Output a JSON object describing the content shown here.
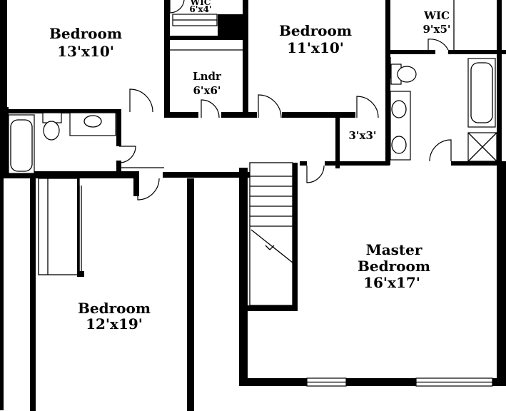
{
  "rooms": {
    "bedroom_nw": {
      "name": "Bedroom",
      "size": "13'x10'"
    },
    "wic_small": {
      "name": "WIC",
      "size": "6'x4'"
    },
    "bedroom_n": {
      "name": "Bedroom",
      "size": "11'x10'"
    },
    "wic_ne": {
      "name": "WIC",
      "size": "9'x5'"
    },
    "laundry": {
      "name": "Lndr",
      "size": "6'x6'"
    },
    "closet": {
      "size": "3'x3'"
    },
    "master": {
      "name_line1": "Master",
      "name_line2": "Bedroom",
      "size": "16'x17'"
    },
    "bedroom_sw": {
      "name": "Bedroom",
      "size": "12'x19'"
    }
  }
}
